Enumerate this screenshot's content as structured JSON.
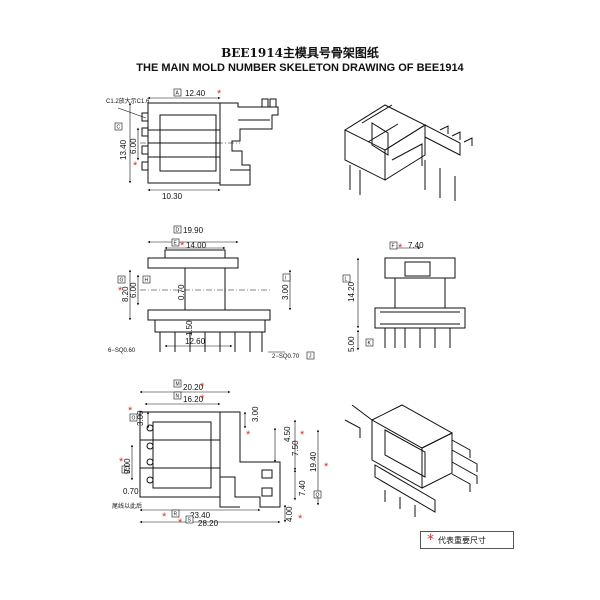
{
  "title_cn": "BEE1914主模具号骨架图纸",
  "title_en": "THE MAIN MOLD NUMBER SKELETON DRAWING OF BEE1914",
  "top_view": {
    "note": "C1.2放大示C1.6",
    "width_top": "12.40",
    "ref_a": "A",
    "height": "13.40",
    "ref_c": "C",
    "inner": "6.00",
    "width_bottom": "10.30"
  },
  "front_view": {
    "width_overall": "19.90",
    "ref_d": "D",
    "width_inner": "14.00",
    "ref_e": "E",
    "dim_820": "8.20",
    "ref_g": "G",
    "dim_600": "6.00",
    "ref_h": "H",
    "dim_070": "0.70",
    "dim_300": "3.00",
    "ref_i": "I",
    "dim_150": "1.50",
    "dim_1260": "12.60",
    "pins_left": "6−SQ0.60",
    "pins_right": "2−SQ0.70",
    "ref_j": "J"
  },
  "side_view": {
    "dim_740": "7.40",
    "ref_f": "F",
    "dim_1420": "14.20",
    "ref_l": "L",
    "dim_500": "5.00",
    "ref_k": "K"
  },
  "bottom_view": {
    "dim_2020": "20.20",
    "ref_m": "M",
    "dim_1620": "16.20",
    "ref_n": "N",
    "dim_300a": "3.00",
    "ref_o": "O",
    "dim_300b": "3.00",
    "dim_450": "4.50",
    "dim_750": "7.50",
    "dim_900": "9.00",
    "ref_p": "P",
    "dim_1940": "19.40",
    "dim_070": "0.70",
    "dim_740": "7.40",
    "ref_q": "Q",
    "dim_400": "4.00",
    "dim_2340": "23.40",
    "ref_r": "R",
    "dim_2820": "28.20",
    "ref_s": "S",
    "note": "尾线以此后"
  },
  "legend": {
    "text": "代表重要尺寸",
    "mark": "*"
  }
}
